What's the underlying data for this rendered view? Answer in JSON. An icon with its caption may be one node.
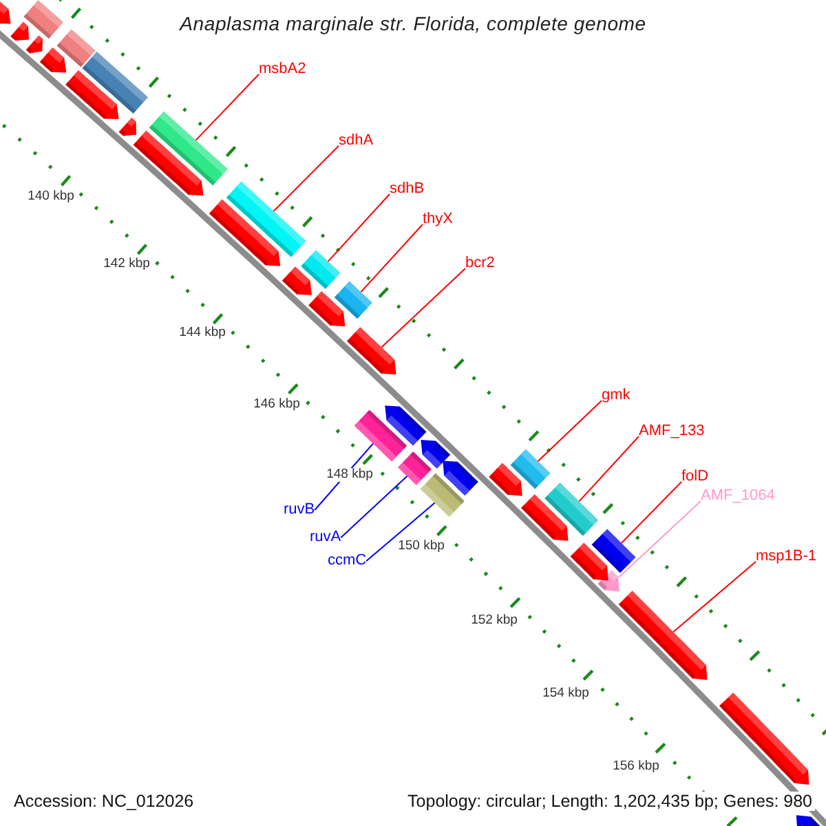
{
  "diagram": {
    "title": "Anaplasma marginale str. Florida, complete genome",
    "nodes": [
      {
        "text": [
          "msbA2"
        ]
      },
      {
        "text": [],
        "shape": "bar"
      },
      {
        "text": [
          "sdhA"
        ]
      },
      {
        "text": [],
        "shape": "bar"
      },
      {
        "text": [
          "sdhB"
        ]
      },
      {
        "text": [],
        "shape": "bar"
      },
      {
        "text": [
          "thyX"
        ]
      },
      {
        "text": [],
        "shape": "bar"
      },
      {
        "text": [
          "bcr2"
        ]
      },
      {
        "text": [],
        "shape": "arrow"
      },
      {
        "text": [
          "gmk"
        ]
      },
      {
        "text": [],
        "shape": "bar"
      },
      {
        "text": [
          "AMF_133"
        ]
      },
      {
        "text": [],
        "shape": "bar"
      },
      {
        "text": [
          "folD"
        ]
      },
      {
        "text": [],
        "shape": "bar"
      },
      {
        "text": [
          "ruvB"
        ]
      },
      {
        "text": [],
        "shape": "bar"
      },
      {
        "text": [
          "AMF_1064"
        ]
      },
      {
        "text": [],
        "shape": "arrow"
      },
      {
        "text": [
          "ruvA"
        ]
      },
      {
        "text": [],
        "shape": "bar"
      },
      {
        "text": [
          "ccmC"
        ]
      },
      {
        "text": [],
        "shape": "bar"
      },
      {
        "text": [
          "msp1B-1"
        ]
      },
      {
        "text": [],
        "shape": "arrow"
      },
      {
        "text": [],
        "shape": "arrow"
      },
      {
        "text": [],
        "shape": "bar"
      },
      {
        "text": [],
        "shape": "arrow"
      },
      {
        "text": [],
        "shape": "bar"
      },
      {
        "text": [],
        "shape": "arrow"
      },
      {
        "text": [],
        "shape": "arrow"
      },
      {
        "text": [],
        "shape": "bar"
      },
      {
        "text": [],
        "shape": "arrow"
      },
      {
        "text": [],
        "shape": "arrow"
      },
      {
        "text": [],
        "shape": "arrow"
      },
      {
        "text": [],
        "shape": "arrow"
      },
      {
        "text": [],
        "shape": "arrow"
      },
      {
        "text": [],
        "shape": "arrow"
      },
      {
        "text": [],
        "shape": "arrow"
      },
      {
        "text": [],
        "shape": "arrow"
      },
      {
        "text": [],
        "shape": "arrow"
      },
      {
        "text": [],
        "shape": "arrow"
      },
      {
        "text": [],
        "shape": "arrow"
      },
      {
        "text": [],
        "shape": "arrow"
      },
      {
        "text": [],
        "shape": "arrow"
      },
      {
        "text": [],
        "shape": "arrow"
      }
    ],
    "edges": [
      {
        "from": 0,
        "to": 1,
        "arrow": "none"
      },
      {
        "from": 2,
        "to": 3,
        "arrow": "none"
      },
      {
        "from": 4,
        "to": 5,
        "arrow": "none"
      },
      {
        "from": 6,
        "to": 7,
        "arrow": "none"
      },
      {
        "from": 8,
        "to": 9,
        "arrow": "none"
      },
      {
        "from": 10,
        "to": 11,
        "arrow": "none"
      },
      {
        "from": 12,
        "to": 13,
        "arrow": "none"
      },
      {
        "from": 14,
        "to": 15,
        "arrow": "none"
      },
      {
        "from": 16,
        "to": 17,
        "arrow": "none",
        "color": "#0000ff"
      },
      {
        "from": 18,
        "to": 19,
        "arrow": "none",
        "color": "#ff99cc"
      },
      {
        "from": 20,
        "to": 21,
        "arrow": "none",
        "color": "#0000ff"
      },
      {
        "from": 22,
        "to": 23,
        "arrow": "none",
        "color": "#0000ff"
      },
      {
        "from": 24,
        "to": 25,
        "arrow": "none"
      }
    ],
    "labels": [
      "140 kbp",
      "142 kbp",
      "144 kbp",
      "146 kbp",
      "148 kbp",
      "150 kbp",
      "152 kbp",
      "154 kbp",
      "156 kbp",
      "Accession: NC_012026",
      "Topology: circular; Length: 1,202,435 bp; Genes: 980"
    ]
  }
}
